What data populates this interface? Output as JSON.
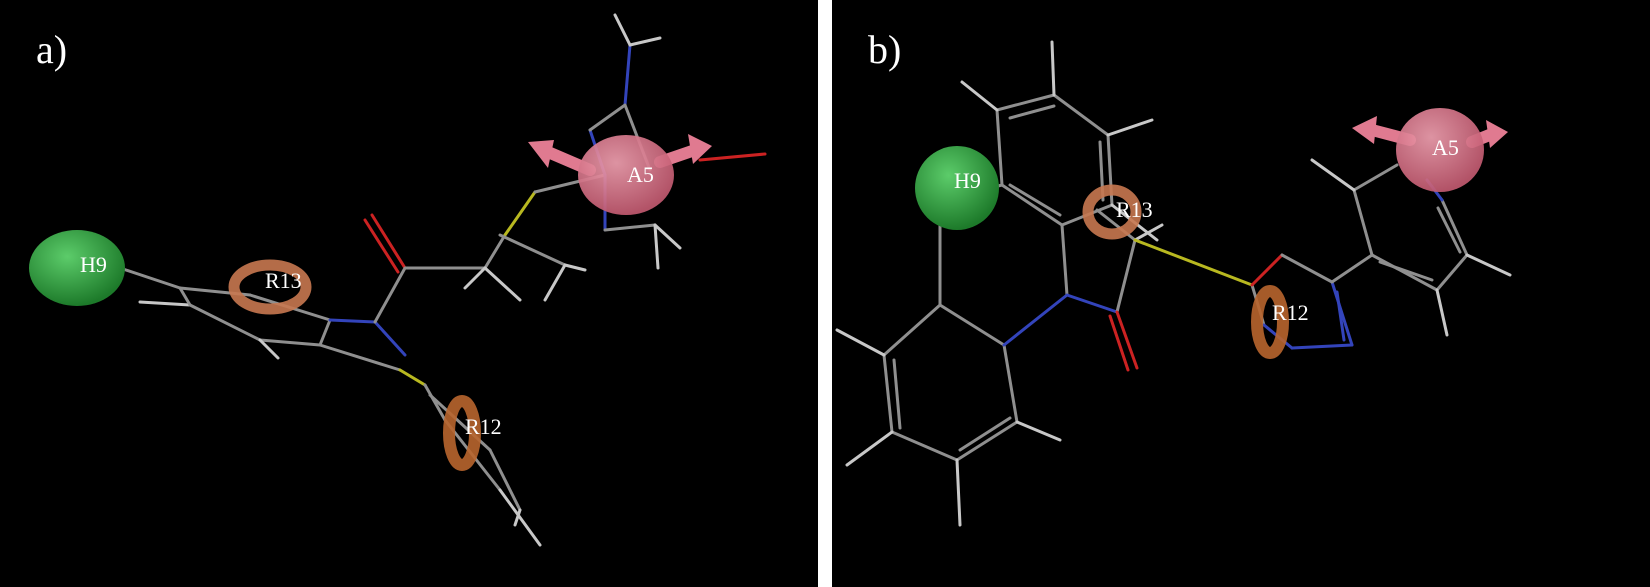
{
  "panels": [
    {
      "label": "a)",
      "features": {
        "hydrophobic": "H9",
        "ring_aromatic_1": "R13",
        "ring_aromatic_2": "R12",
        "hbond_acceptor": "A5"
      }
    },
    {
      "label": "b)",
      "features": {
        "hydrophobic": "H9",
        "ring_aromatic_1": "R13",
        "ring_aromatic_2": "R12",
        "hbond_acceptor": "A5"
      }
    }
  ],
  "colors": {
    "background": "#000000",
    "hydrophobic": "#2e9e3e",
    "ring_aromatic": "#c87850",
    "hbond_acceptor": "#e07a90",
    "carbon": "#8f8f8f",
    "hydrogen": "#c8c8c8",
    "nitrogen": "#3344bb",
    "oxygen": "#cc2222",
    "sulfur": "#b8b820"
  }
}
